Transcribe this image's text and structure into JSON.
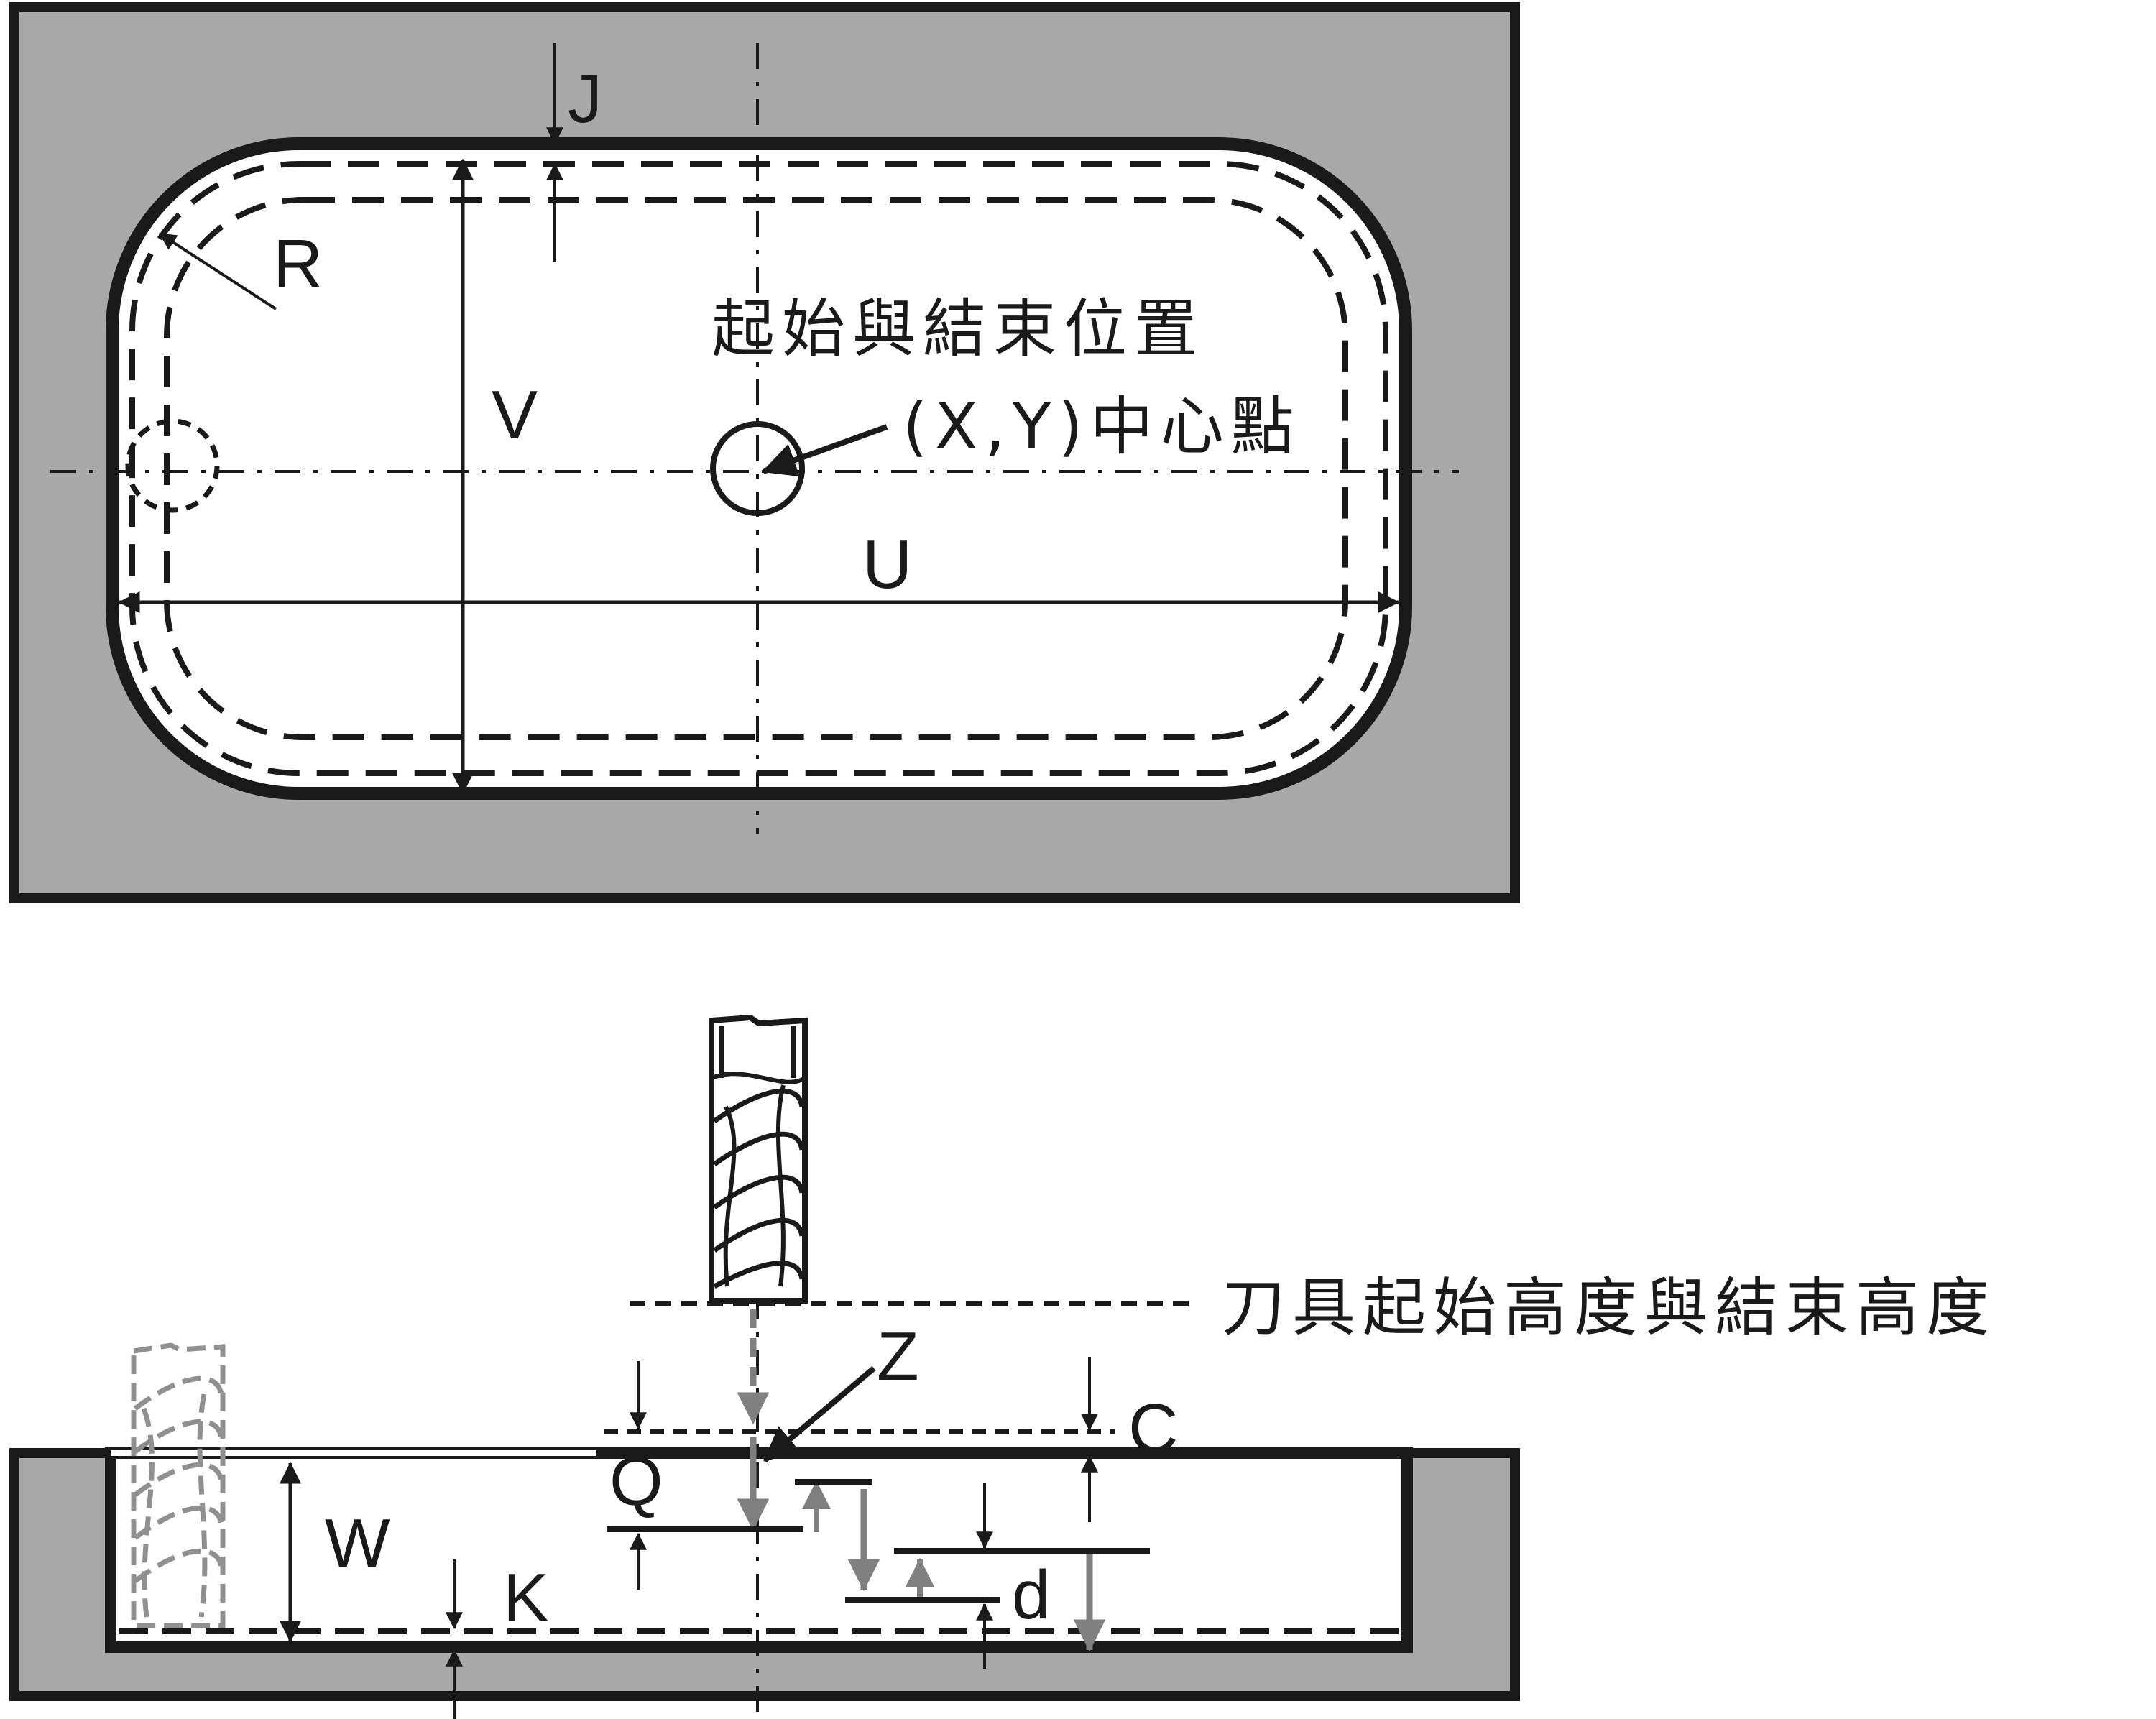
{
  "top_view": {
    "labels": {
      "j": "J",
      "r": "R",
      "v": "V",
      "u": "U",
      "start_end_position": "起始與結束位置",
      "center_point": "(X,Y)中心點"
    }
  },
  "side_view": {
    "labels": {
      "tool_height": "刀具起始高度與結束高度",
      "z": "Z",
      "c": "C",
      "q": "Q",
      "w": "W",
      "k": "K",
      "d": "d"
    }
  },
  "colors": {
    "stock": "#a8a8a8",
    "outline": "#1a1a1a",
    "path_arrow": "#808080"
  }
}
